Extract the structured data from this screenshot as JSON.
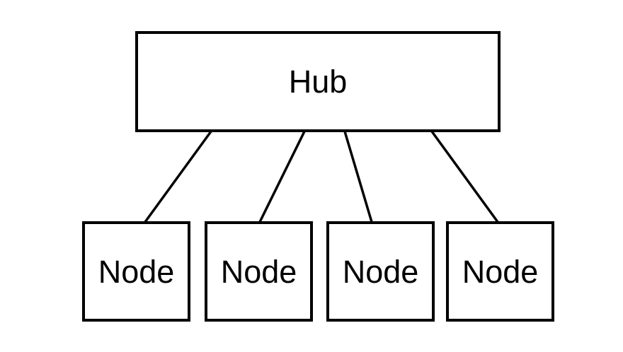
{
  "diagram": {
    "type": "hub-and-spoke",
    "hub": {
      "label": "Hub"
    },
    "nodes": [
      {
        "label": "Node"
      },
      {
        "label": "Node"
      },
      {
        "label": "Node"
      },
      {
        "label": "Node"
      }
    ],
    "edges": [
      {
        "from": "hub",
        "to": "node-1"
      },
      {
        "from": "hub",
        "to": "node-2"
      },
      {
        "from": "hub",
        "to": "node-3"
      },
      {
        "from": "hub",
        "to": "node-4"
      }
    ],
    "colors": {
      "stroke": "#000000",
      "background": "#ffffff",
      "text": "#000000"
    }
  }
}
